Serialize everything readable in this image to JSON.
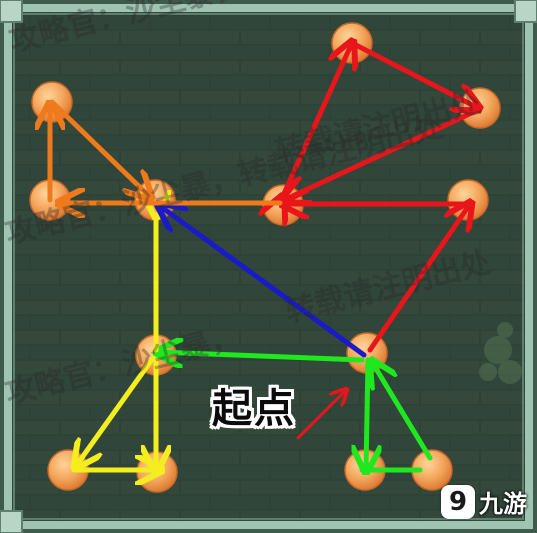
{
  "puzzle": {
    "start_label": "起点",
    "colors": {
      "red": "#e8151b",
      "orange": "#ee7a1c",
      "blue": "#1a1ac8",
      "yellow": "#f5ee1e",
      "green": "#1fe81f",
      "node_fill": "#f2a45c",
      "node_edge": "#d97a33",
      "frame": "#8fb3a2",
      "board": "#2f4438"
    }
  },
  "watermark": {
    "line1": "攻略官：沙尘暴，转",
    "line2": "转载请注明出处",
    "line3": "攻略官：沙尘暴，转载请注明出处",
    "line4": "攻略官：沙尘暴，",
    "line5": "转载请注明出处"
  },
  "logo": {
    "badge": "9",
    "text": "九游"
  }
}
